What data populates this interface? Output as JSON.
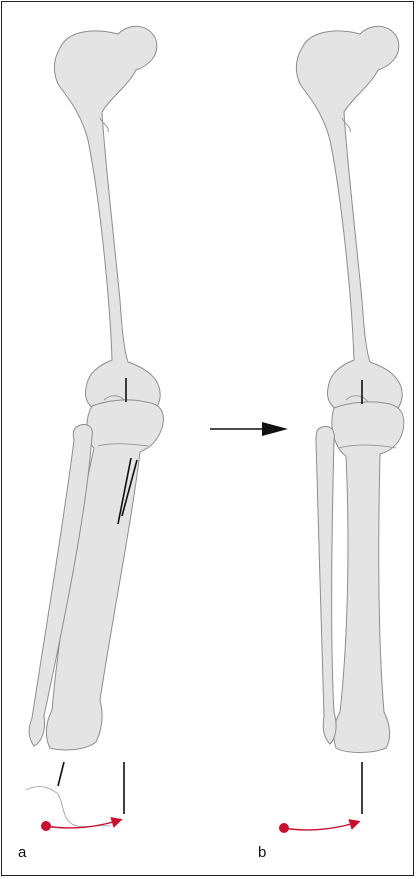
{
  "figure": {
    "panels": [
      {
        "id": "a",
        "label": "a"
      },
      {
        "id": "b",
        "label": "b"
      }
    ]
  },
  "colors": {
    "bone_fill": "#e4e4e4",
    "bone_outline": "#8d8d8d",
    "indicator_red": "#c8102e",
    "axis_black": "#111111"
  },
  "icons": {
    "transition": "right-arrow-icon",
    "vector": "red-curved-arrow-icon"
  }
}
